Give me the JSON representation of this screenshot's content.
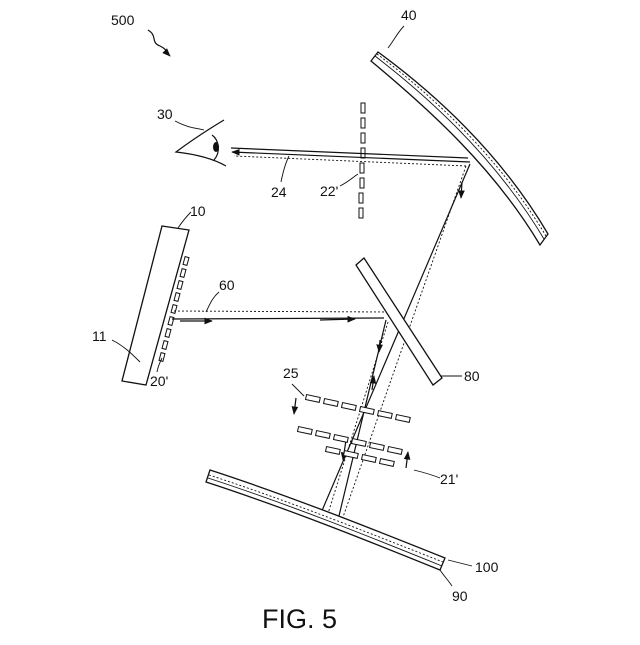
{
  "figure": {
    "caption": "FIG. 5",
    "labels": {
      "system": "500",
      "eye": "30",
      "combiner": "40",
      "display": "10",
      "display_edge": "11",
      "image_points": "20'",
      "ray_60": "60",
      "ray_24": "24",
      "image_22": "22'",
      "beamsplitter": "80",
      "plane_25": "25",
      "plane_21": "21'",
      "mirror": "100",
      "mirror_substrate": "90"
    }
  }
}
